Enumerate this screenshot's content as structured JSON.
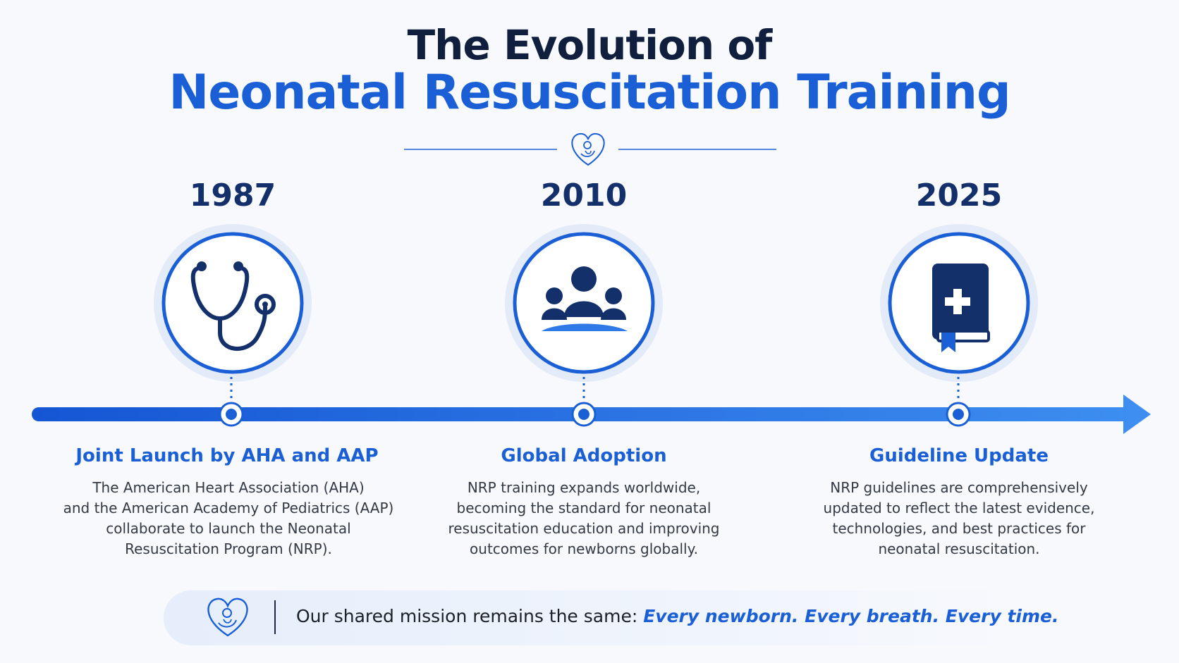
{
  "title": {
    "line1": "The Evolution of",
    "line2": "Neonatal Resuscitation Training"
  },
  "timeline": [
    {
      "year": "1987",
      "icon": "stethoscope-icon",
      "title": "Joint Launch by AHA and AAP",
      "description": [
        "The American Heart Association (AHA)",
        "and the American Academy of Pediatrics (AAP)",
        "collaborate to launch the Neonatal",
        "Resuscitation Program (NRP)."
      ]
    },
    {
      "year": "2010",
      "icon": "people-group-icon",
      "title": "Global Adoption",
      "description": [
        "NRP training expands worldwide,",
        "becoming the standard for neonatal",
        "resuscitation education and improving",
        "outcomes for newborns globally."
      ]
    },
    {
      "year": "2025",
      "icon": "medical-book-icon",
      "title": "Guideline Update",
      "description": [
        "NRP guidelines are comprehensively",
        "updated to reflect the latest evidence,",
        "technologies, and best practices for",
        "neonatal resuscitation."
      ]
    }
  ],
  "mission": {
    "prefix": "Our shared mission remains the same: ",
    "emphasis": "Every newborn. Every breath. Every time."
  },
  "colors": {
    "accent": "#1a5fd6",
    "navy": "#14306b",
    "dark": "#0f1f3d"
  }
}
